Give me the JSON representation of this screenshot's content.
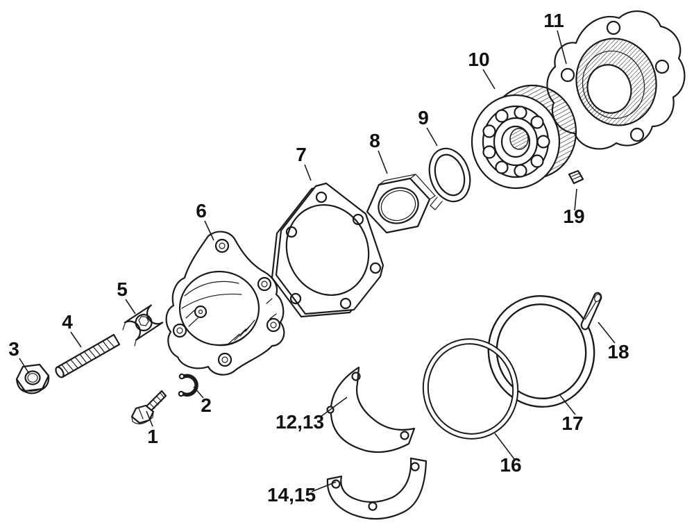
{
  "figure": {
    "type": "exploded-parts-diagram",
    "background_color": "#ffffff",
    "line_color": "#1a1a1a",
    "callouts": [
      {
        "label": "1",
        "part": "hex-bolt"
      },
      {
        "label": "2",
        "part": "circlip"
      },
      {
        "label": "3",
        "part": "flanged-nut"
      },
      {
        "label": "4",
        "part": "threaded-stud"
      },
      {
        "label": "5",
        "part": "retainer-plate"
      },
      {
        "label": "6",
        "part": "bearing-cover-housing"
      },
      {
        "label": "7",
        "part": "gasket-plate"
      },
      {
        "label": "8",
        "part": "hex-locknut"
      },
      {
        "label": "9",
        "part": "tab-lock-washer"
      },
      {
        "label": "10",
        "part": "ball-bearing"
      },
      {
        "label": "11",
        "part": "bearing-flange-housing"
      },
      {
        "label": "12,13",
        "part": "shim-half-upper"
      },
      {
        "label": "14,15",
        "part": "shim-half-lower"
      },
      {
        "label": "16",
        "part": "flat-gasket-ring"
      },
      {
        "label": "17",
        "part": "o-ring"
      },
      {
        "label": "18",
        "part": "dowel-pin"
      },
      {
        "label": "19",
        "part": "plug-screw"
      }
    ]
  }
}
